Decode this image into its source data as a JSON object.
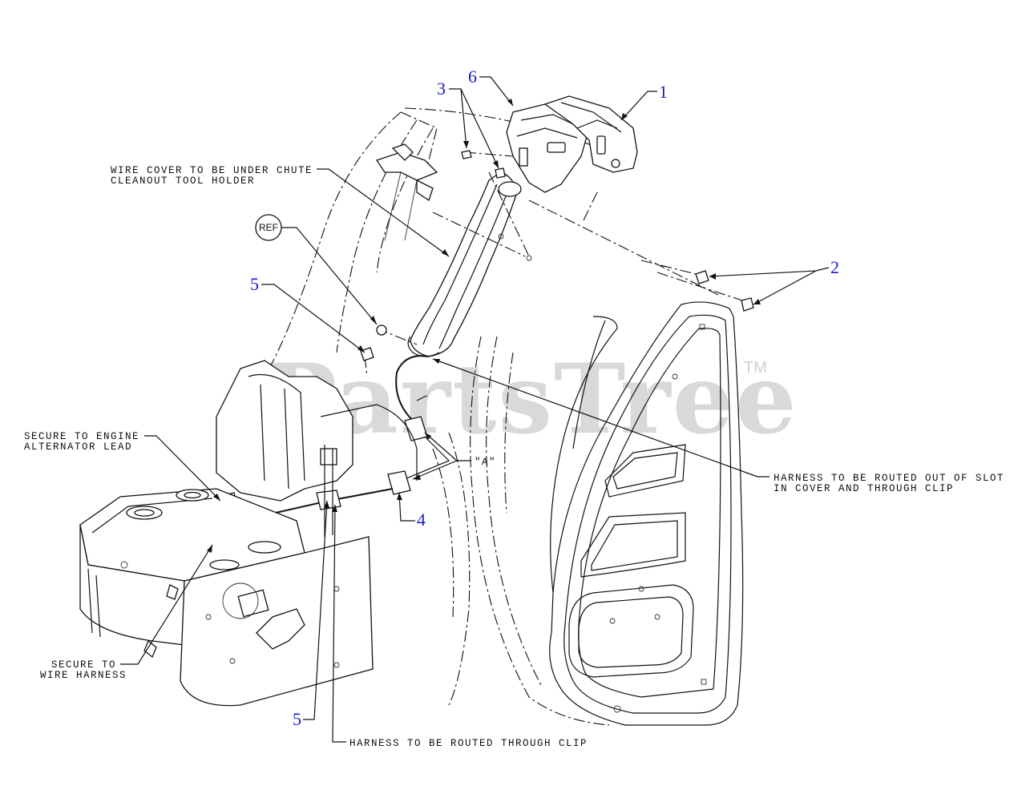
{
  "diagram": {
    "callouts": {
      "c1": "1",
      "c2": "2",
      "c3": "3",
      "c4": "4",
      "c5_top": "5",
      "c5_bottom": "5",
      "c6": "6"
    },
    "ref_label": "REF",
    "notes": {
      "wire_cover_line1": "WIRE COVER TO BE UNDER CHUTE",
      "wire_cover_line2": "CLEANOUT TOOL HOLDER",
      "engine_line1": "SECURE TO ENGINE",
      "engine_line2": "ALTERNATOR LEAD",
      "harness_slot_line1": "HARNESS TO BE ROUTED OUT OF SLOT",
      "harness_slot_line2": "IN COVER AND THROUGH CLIP",
      "wire_harness_line1": "SECURE TO",
      "wire_harness_line2": "WIRE HARNESS",
      "through_clip": "HARNESS TO BE ROUTED THROUGH CLIP",
      "connector_a": "\"A\""
    },
    "watermark": {
      "text": "PartsTree",
      "trademark": "TM"
    },
    "colors": {
      "callout": "#1a1acc",
      "line": "#111111",
      "watermark": "#d9d9d9"
    }
  }
}
